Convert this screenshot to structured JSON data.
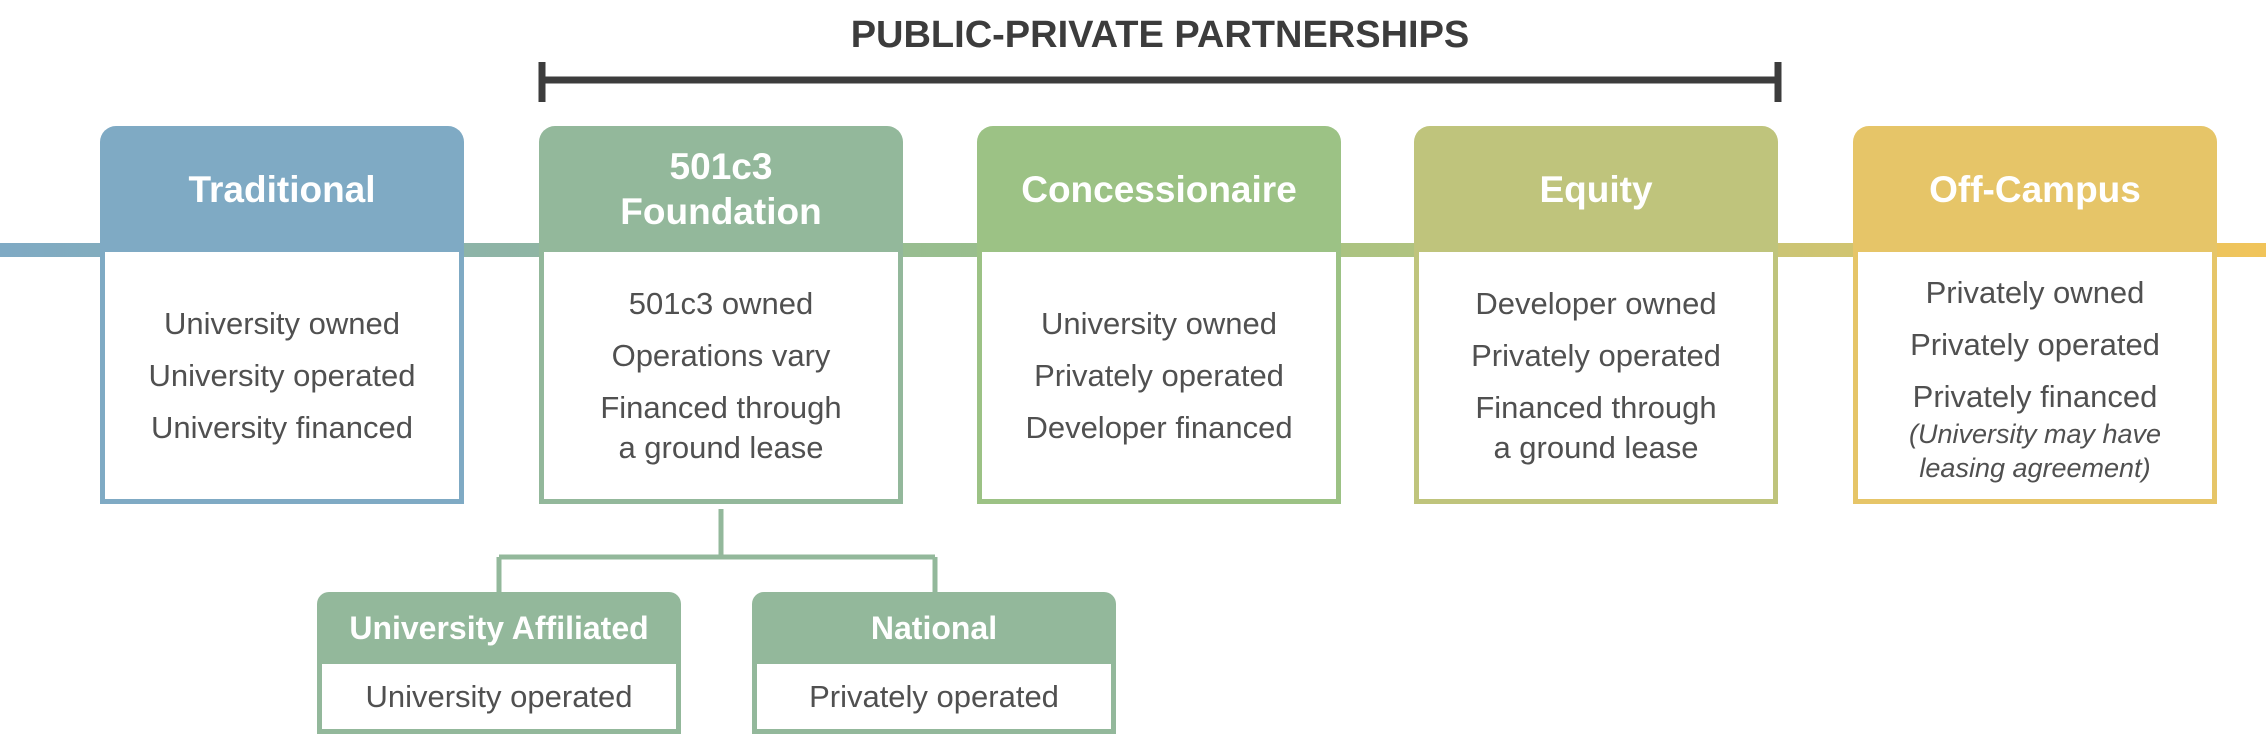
{
  "header": {
    "title": "PUBLIC-PRIVATE PARTNERSHIPS"
  },
  "colors": {
    "traditional": "#7faac4",
    "foundation": "#93b89b",
    "concessionaire": "#9cc285",
    "equity": "#bfc47c",
    "off_campus": "#e6c568",
    "bracket": "#3c3c3c"
  },
  "models": [
    {
      "title": "Traditional",
      "lines": [
        "University owned",
        "University operated",
        "University financed"
      ]
    },
    {
      "title": "501c3\nFoundation",
      "lines": [
        "501c3 owned",
        "Operations vary",
        "Financed through a ground lease"
      ]
    },
    {
      "title": "Concessionaire",
      "lines": [
        "University owned",
        "Privately operated",
        "Developer financed"
      ]
    },
    {
      "title": "Equity",
      "lines": [
        "Developer owned",
        "Privately operated",
        "Financed through a ground lease"
      ]
    },
    {
      "title": "Off-Campus",
      "lines": [
        "Privately owned",
        "Privately operated",
        "Privately financed"
      ],
      "note": "(University may have leasing agreement)"
    }
  ],
  "sub_models": [
    {
      "title": "University Affiliated",
      "text": "University operated"
    },
    {
      "title": "National",
      "text": "Privately operated"
    }
  ]
}
